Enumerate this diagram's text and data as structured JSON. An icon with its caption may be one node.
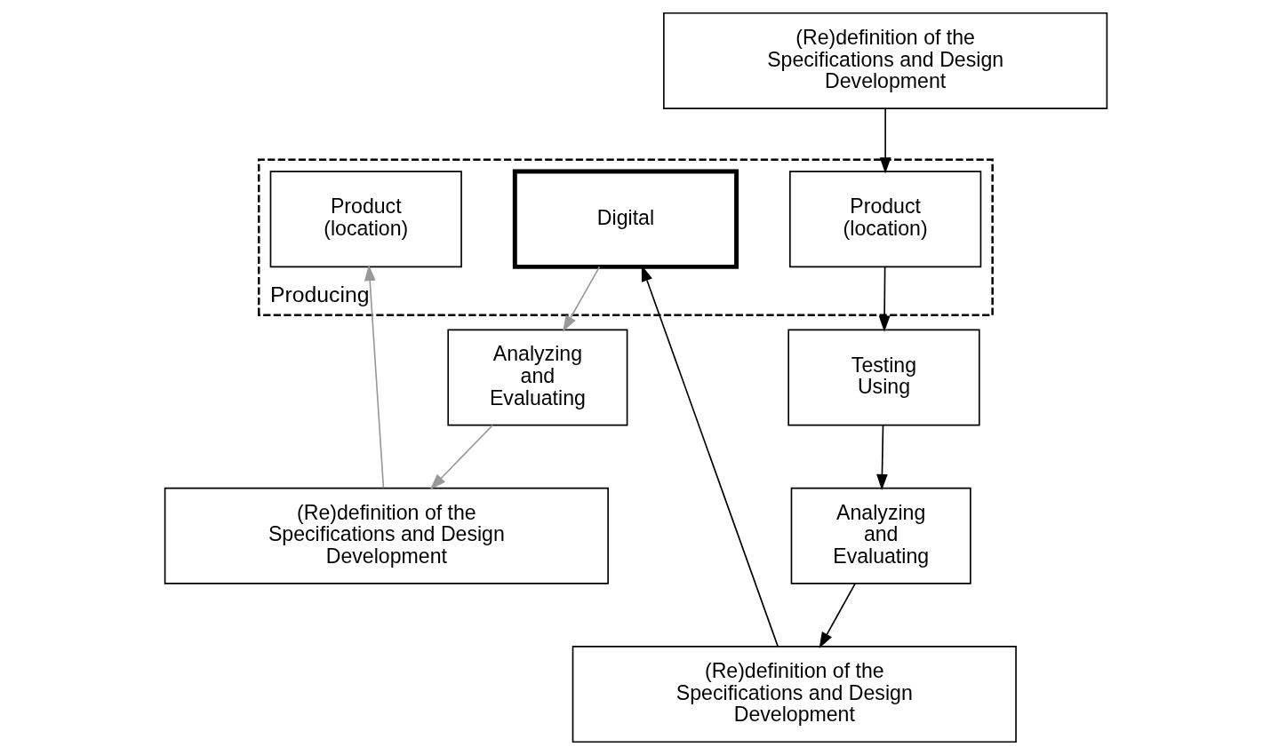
{
  "diagram": {
    "nodes": [
      {
        "text": [
          "(Re)definition of the Specifications and Design Development"
        ]
      },
      {
        "text": [
          "(Re)definition of the Specifications and Design Development"
        ]
      },
      {
        "text": [
          "(Re)definition of the Specifications and Design Development"
        ]
      },
      {
        "text": [
          "Producing"
        ]
      },
      {
        "text": [
          "Product (location)"
        ],
        "in": 3
      },
      {
        "text": [
          "Digital"
        ],
        "in": 3
      },
      {
        "text": [
          "Product (location)"
        ],
        "in": 3
      },
      {
        "text": [
          "Analyzing and Evaluating"
        ]
      },
      {
        "text": [
          "Analyzing and Evaluating"
        ]
      },
      {
        "text": [
          "Testing Using"
        ]
      }
    ],
    "edges": [
      {
        "from": 7,
        "to": 0,
        "arrow": "to",
        "color": "#999999"
      },
      {
        "from": 0,
        "to": 6,
        "arrow": "to",
        "color": "#999999"
      },
      {
        "from": 8,
        "to": 1,
        "arrow": "to"
      },
      {
        "from": 1,
        "to": 5,
        "arrow": "to"
      },
      {
        "from": 2,
        "to": 4,
        "arrow": "to"
      },
      {
        "from": 4,
        "to": 9,
        "arrow": "to"
      },
      {
        "from": 9,
        "to": 8,
        "arrow": "to"
      },
      {
        "from": 5,
        "to": 7,
        "arrow": "to",
        "color": "#999999"
      }
    ]
  }
}
